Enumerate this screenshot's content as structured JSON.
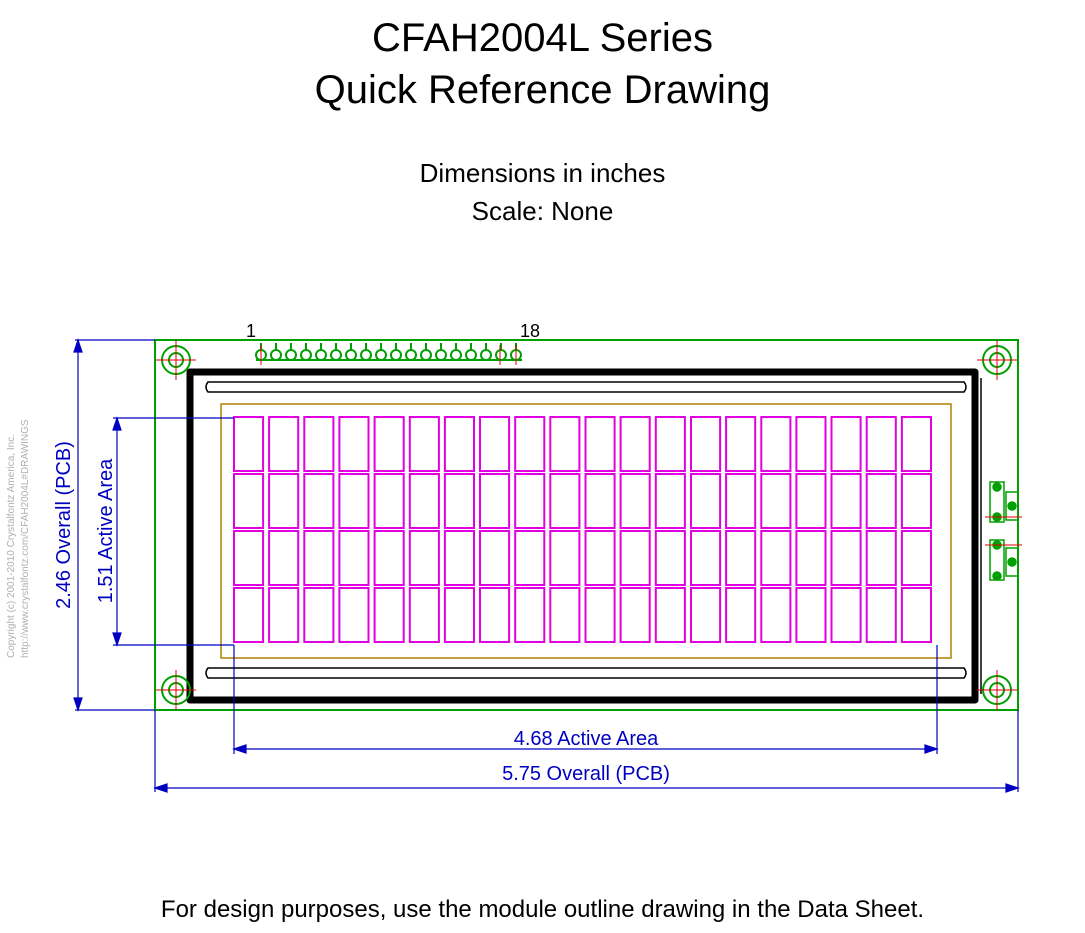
{
  "title_line1": "CFAH2004L Series",
  "title_line2": "Quick Reference Drawing",
  "subtitle_line1": "Dimensions in inches",
  "subtitle_line2": "Scale: None",
  "copyright_line1": "Copyright (c) 2001-2010 Crystalfontz America, Inc.",
  "copyright_line2": "http://www.crystalfontz.com/CFAH2004L#DRAWINGS",
  "pin_first_label": "1",
  "pin_last_label": "18",
  "dimensions": {
    "overall_width": "5.75 Overall (PCB)",
    "active_width": "4.68 Active Area",
    "overall_height": "2.46 Overall (PCB)",
    "active_height": "1.51 Active Area"
  },
  "footer_note": "For design purposes, use the module outline drawing in the Data Sheet.",
  "display": {
    "columns": 20,
    "rows": 4
  },
  "pin_count": 18,
  "colors": {
    "pcb_outline": "#00a000",
    "bezel": "#000000",
    "viewing_area": "#b08000",
    "character_cells": "#e000e0",
    "dimension_lines": "#0000c0",
    "mount_holes_crosshair": "#e00000"
  }
}
